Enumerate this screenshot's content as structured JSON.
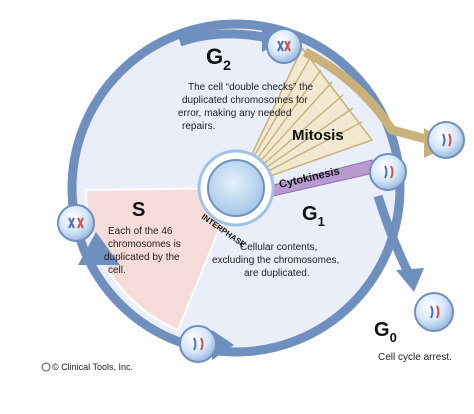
{
  "phases": {
    "g2": {
      "label": "G",
      "sub": "2",
      "description": [
        "The cell “double checks” the",
        "duplicated chromosomes for",
        "error, making any needed",
        "repairs."
      ]
    },
    "s": {
      "label": "S",
      "description": [
        "Each of the 46",
        "chromosomes is",
        "duplicated by the",
        "cell."
      ]
    },
    "g1": {
      "label": "G",
      "sub": "1",
      "description": [
        "Cellular contents,",
        "excluding the chromosomes,",
        "are duplicated."
      ]
    },
    "g0": {
      "label": "G",
      "sub": "0",
      "description": "Cell cycle arrest."
    },
    "mitosis": {
      "label": "Mitosis"
    },
    "cytokinesis": {
      "label": "Cytokinesis"
    },
    "interphase": {
      "label": "INTERPHASE"
    }
  },
  "copyright": "© Clinical Tools, Inc.",
  "colors": {
    "ring": "#6f8fbf",
    "inner_disc": "#e8edf7",
    "s_sector": "#f6dcd8",
    "mitosis": "#c9b27a",
    "mitosis_fill": "#f1e8cf",
    "cytokinesis": "#b79bd0",
    "cell": "#a9c8ea",
    "chromosome_blue": "#4a6fc0",
    "chromosome_red": "#d0504a"
  },
  "icons": [
    "cell-icon"
  ]
}
